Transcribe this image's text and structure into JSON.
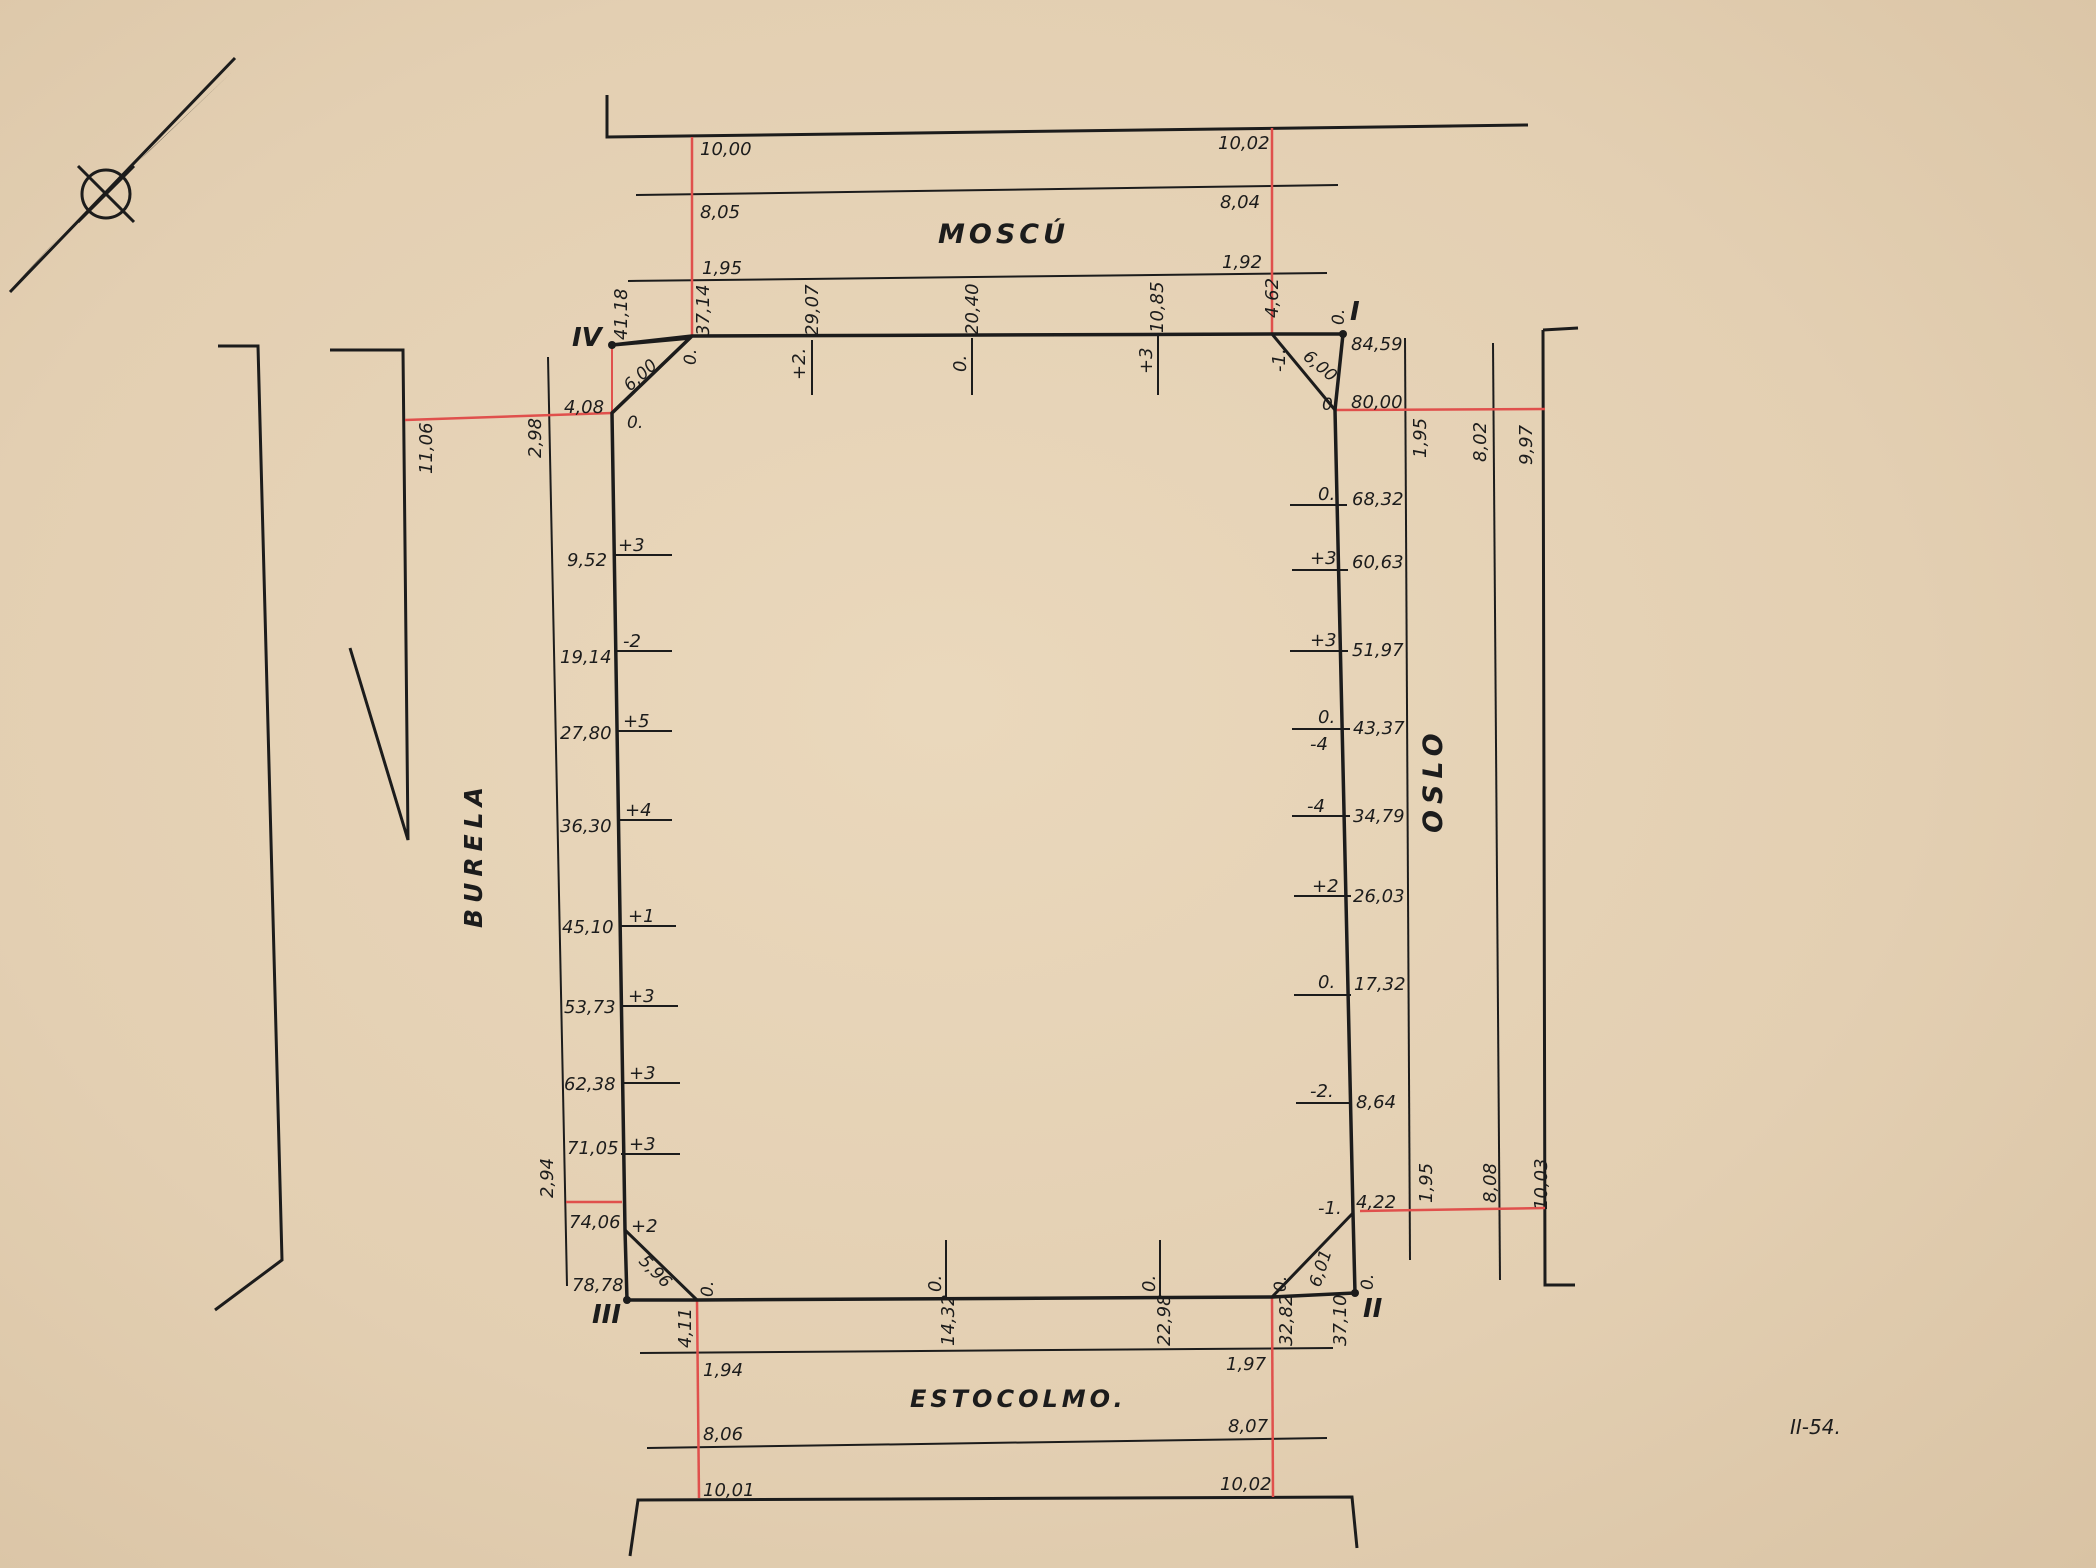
{
  "streets": {
    "top": "MOSCÚ",
    "bottom": "ESTOCOLMO.",
    "left": "BURELA",
    "right": "OSLO"
  },
  "vertices": {
    "v1": "I",
    "v2": "II",
    "v3": "III",
    "v4": "IV"
  },
  "sheet_id": "II-54.",
  "top_widths": {
    "left": [
      "10,00",
      "8,05",
      "1,95"
    ],
    "right": [
      "10,02",
      "8,04",
      "1,92"
    ]
  },
  "bottom_widths": {
    "left": [
      "1,94",
      "8,06",
      "10,01"
    ],
    "right": [
      "1,97",
      "8,07",
      "10,02"
    ]
  },
  "right_widths": {
    "upper": [
      "1,95",
      "8,02",
      "9,97"
    ],
    "lower": [
      "1,95",
      "8,08",
      "10,03"
    ]
  },
  "left_widths": {
    "upper": [
      "11,06",
      "2,98"
    ],
    "lower": [
      "2,94"
    ]
  },
  "top_chainage": [
    {
      "dist": "41,18"
    },
    {
      "dist": "37,14"
    },
    {
      "dist": "29,07",
      "level": "+2."
    },
    {
      "dist": "20,40",
      "level": "0."
    },
    {
      "dist": "10,85",
      "level": "+3"
    },
    {
      "dist": "4,62",
      "level": "-1."
    }
  ],
  "bottom_chainage": [
    {
      "dist": "4,11"
    },
    {
      "dist": "14,32",
      "level": "0."
    },
    {
      "dist": "22,98",
      "level": "0."
    },
    {
      "dist": "32,82"
    },
    {
      "dist": "37,10"
    }
  ],
  "left_chainage": [
    {
      "dist": "4,08"
    },
    {
      "dist": "9,52",
      "level": "+3"
    },
    {
      "dist": "19,14",
      "level": "-2"
    },
    {
      "dist": "27,80",
      "level": "+5"
    },
    {
      "dist": "36,30",
      "level": "+4"
    },
    {
      "dist": "45,10",
      "level": "+1"
    },
    {
      "dist": "53,73",
      "level": "+3"
    },
    {
      "dist": "62,38",
      "level": "+3"
    },
    {
      "dist": "71,05",
      "level": "+3"
    },
    {
      "dist": "74,06",
      "level": "+2"
    },
    {
      "dist": "78,78"
    }
  ],
  "right_chainage": [
    {
      "dist": "84,59"
    },
    {
      "dist": "80,00"
    },
    {
      "dist": "68,32",
      "level": "0."
    },
    {
      "dist": "60,63",
      "level": "+3"
    },
    {
      "dist": "51,97",
      "level": "+3"
    },
    {
      "dist": "43,37",
      "level": "0.",
      "level2": "-4"
    },
    {
      "dist": "34,79",
      "level": "-4"
    },
    {
      "dist": "26,03",
      "level": "+2"
    },
    {
      "dist": "17,32",
      "level": "0."
    },
    {
      "dist": "8,64",
      "level": "-2."
    },
    {
      "dist": "4,22",
      "level": "-1."
    }
  ],
  "corners": {
    "ne_chamfer": "6,00",
    "nw_chamfer": "6,00",
    "sw_chamfer": "5,96",
    "se_chamfer": "6,01",
    "ne_zero": "0.",
    "ne_zero2": "0.",
    "nw_zero": "0.",
    "nw_zero2": "0.",
    "sw_zero": "0.",
    "se_zero": "0.",
    "se_zero2": "0."
  }
}
